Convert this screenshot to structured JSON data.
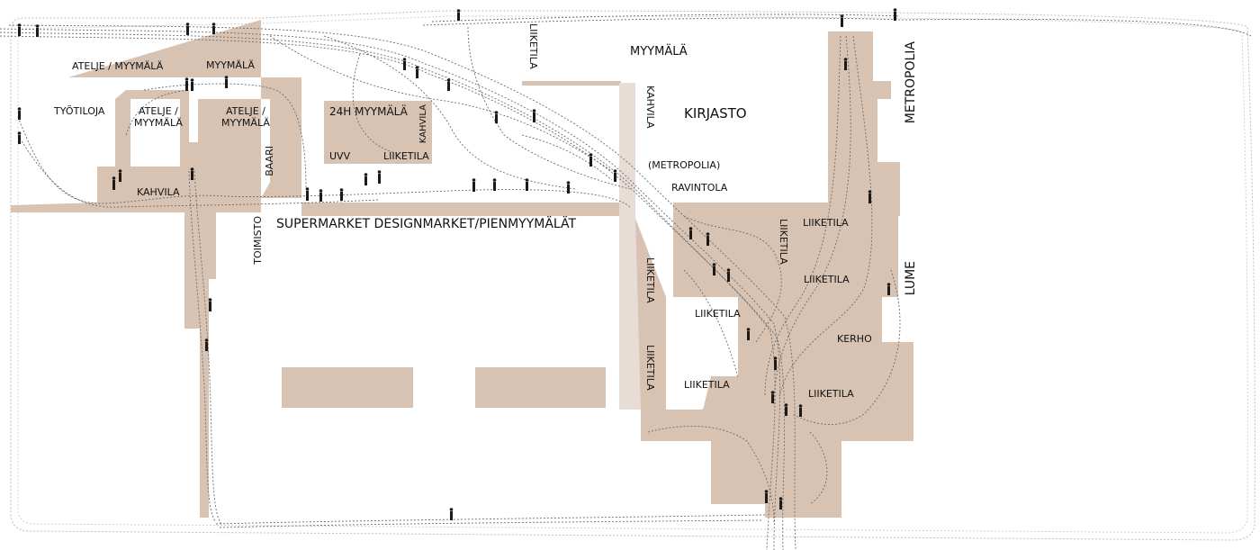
{
  "colors": {
    "public_space": "#d8c3b3",
    "corridor": "#e8dcd6",
    "path_line": "#6b6b6b",
    "outline": "#c9c9c9",
    "people": "#1a1a1a"
  },
  "labels": {
    "atelje_myymala_top": "ATELJE / MYYMÄLÄ",
    "myymala_top_left": "MYYMÄLÄ",
    "tyotiloja": "TYÖTILOJA",
    "atelje_myymala_1": "ATELJE /\nMYYMÄLÄ",
    "atelje_myymala_2": "ATELJE /\nMYYMÄLÄ",
    "kahvila_left": "KAHVILA",
    "baari": "BAARI",
    "myymala_24h": "24H MYYMÄLÄ",
    "uvv": "UVV",
    "liiketila_24h": "LIIKETILA",
    "kahvila_24h": "KAHVILA",
    "toimisto": "TOIMISTO",
    "supermarket": "SUPERMARKET DESIGNMARKET/PIENMYYMÄLÄT",
    "liiketila_top": "LIIKETILA",
    "myymala_top": "MYYMÄLÄ",
    "kahvila_center": "KAHVILA",
    "kirjasto": "KIRJASTO",
    "metropolia_paren": "(METROPOLIA)",
    "ravintola": "RAVINTOLA",
    "liiketila_v1": "LIIKETILA",
    "liiketila_v2": "LIIKETILA",
    "liiketila_b1": "LIIKETILA",
    "liiketila_b2": "LIIKETILA",
    "liiketila_r_top": "LIIKETILA",
    "liiketila_r_v": "LIIKETILA",
    "liiketila_r_bot": "LIIKETILA",
    "kerho": "KERHO",
    "liiketila_kerho": "LIIKETILA",
    "metropolia": "METROPOLIA",
    "lume": "LUME"
  }
}
